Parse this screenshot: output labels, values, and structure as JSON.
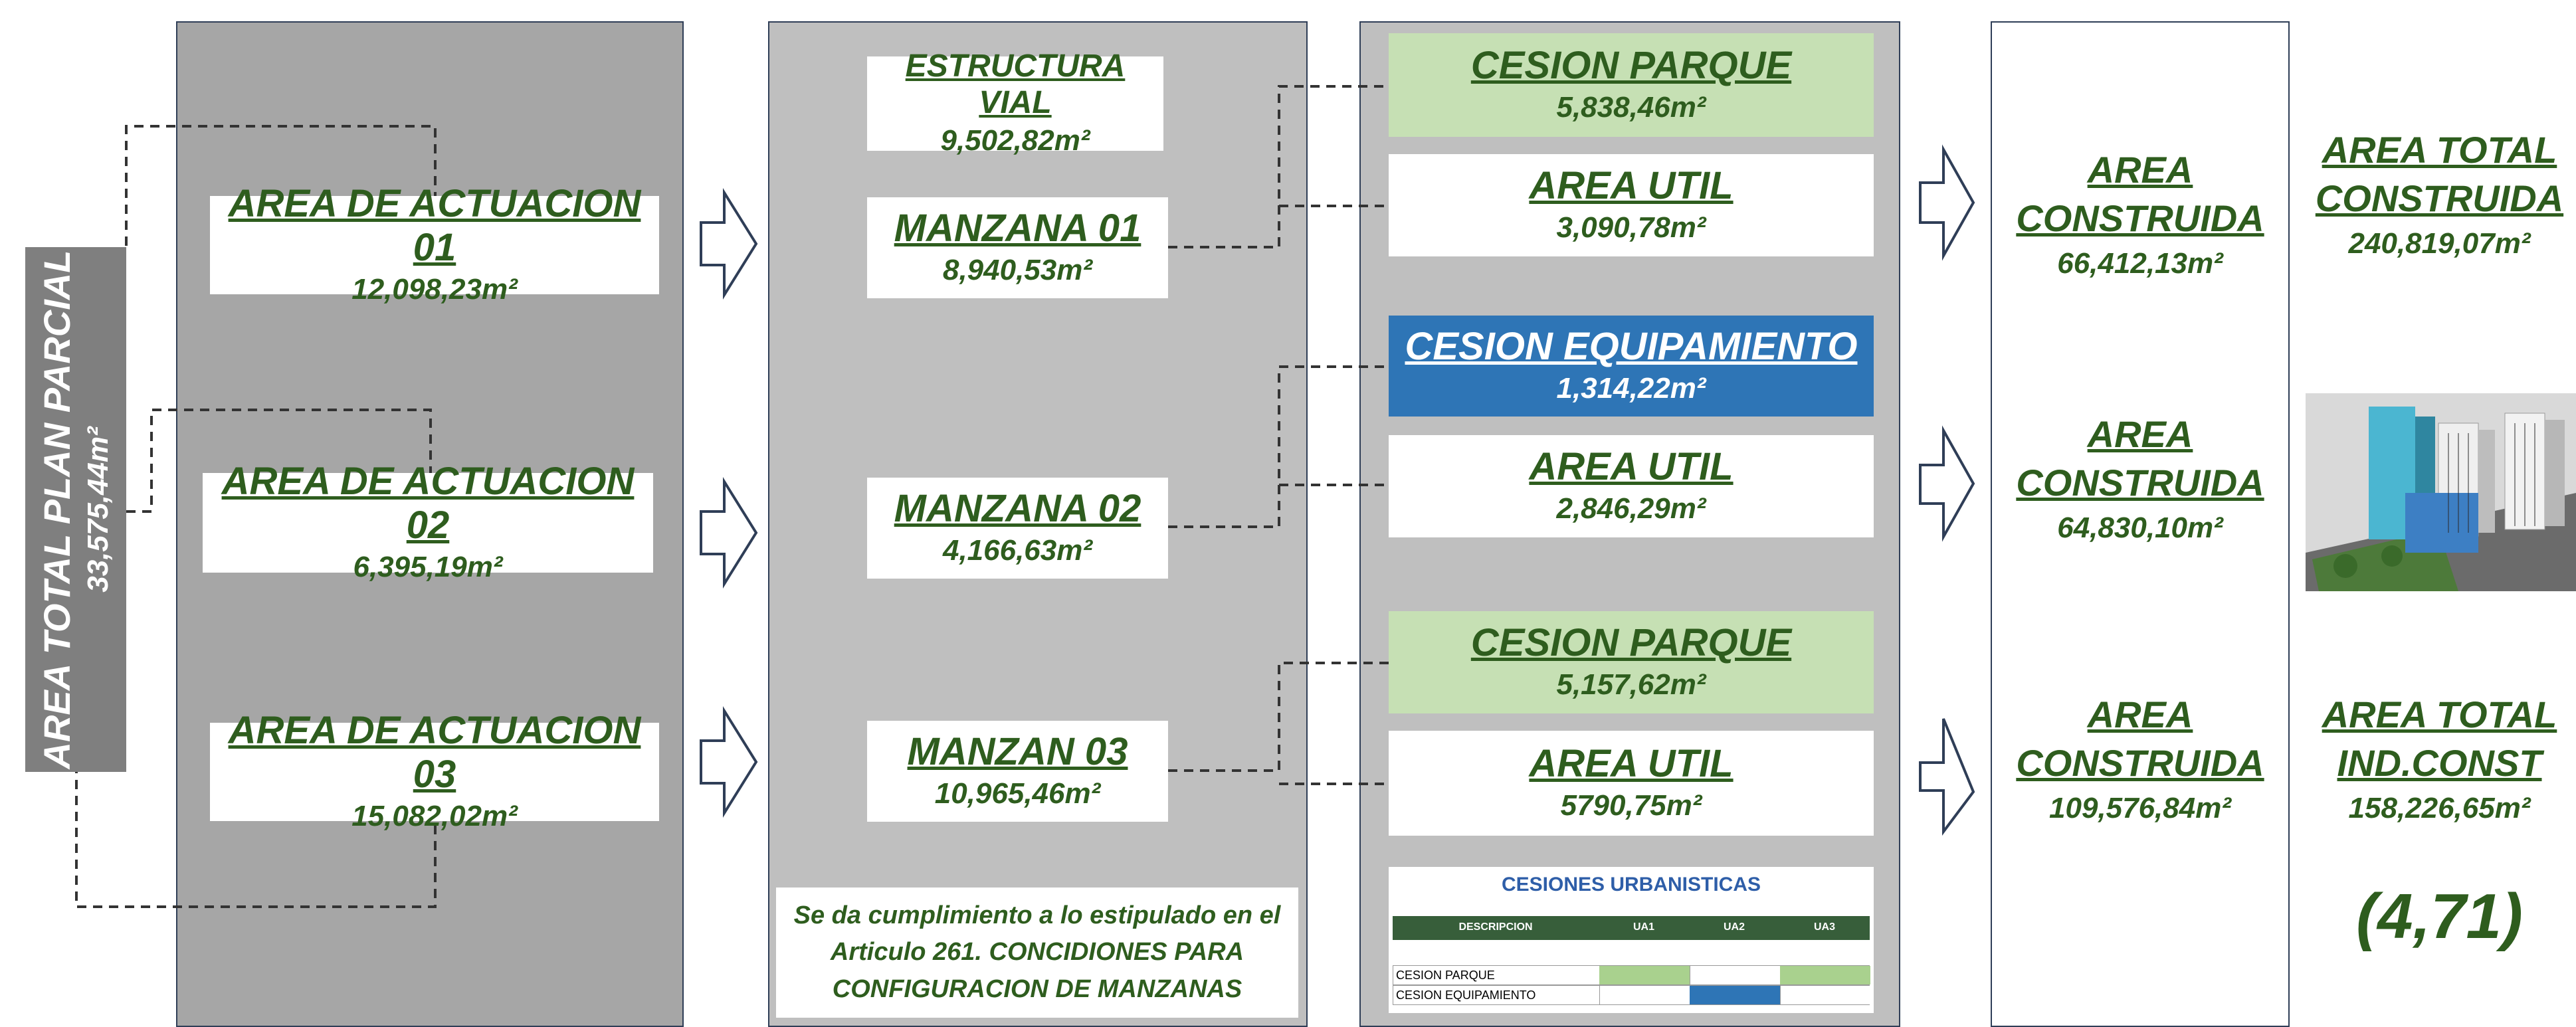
{
  "total": {
    "label": "AREA TOTAL PLAN PARCIAL",
    "value": "33,575,44m²"
  },
  "actuaciones": [
    {
      "label": "AREA DE ACTUACION 01",
      "value": "12,098,23m²"
    },
    {
      "label": "AREA DE ACTUACION 02",
      "value": "6,395,19m²"
    },
    {
      "label": "AREA DE ACTUACION 03",
      "value": "15,082,02m²"
    }
  ],
  "vial": {
    "label": "ESTRUCTURA VIAL",
    "value": "9,502,82m²"
  },
  "manzanas": [
    {
      "label": "MANZANA 01",
      "value": "8,940,53m²"
    },
    {
      "label": "MANZANA 02",
      "value": "4,166,63m²"
    },
    {
      "label": "MANZAN 03",
      "value": "10,965,46m²"
    }
  ],
  "note": "Se da cumplimiento a lo estipulado en el Articulo 261. CONCIDIONES PARA CONFIGURACION DE MANZANAS",
  "cesiones": [
    {
      "label": "CESION PARQUE",
      "value": "5,838,46m²"
    },
    {
      "label": "AREA UTIL",
      "value": "3,090,78m²"
    },
    {
      "label": "CESION EQUIPAMIENTO",
      "value": "1,314,22m²"
    },
    {
      "label": "AREA UTIL",
      "value": "2,846,29m²"
    },
    {
      "label": "CESION PARQUE",
      "value": "5,157,62m²"
    },
    {
      "label": "AREA UTIL",
      "value": "5790,75m²"
    }
  ],
  "legend": {
    "title": "CESIONES URBANISTICAS",
    "headers": [
      "DESCRIPCION",
      "UA1",
      "UA2",
      "UA3"
    ],
    "rows": [
      {
        "label": "CESION PARQUE",
        "cells": [
          "green",
          "white",
          "green"
        ]
      },
      {
        "label": "CESION EQUIPAMIENTO",
        "cells": [
          "white",
          "blue",
          "white"
        ]
      }
    ]
  },
  "construida": [
    {
      "label1": "AREA",
      "label2": "CONSTRUIDA",
      "value": "66,412,13m²"
    },
    {
      "label1": "AREA",
      "label2": "CONSTRUIDA",
      "value": "64,830,10m²"
    },
    {
      "label1": "AREA",
      "label2": "CONSTRUIDA",
      "value": "109,576,84m²"
    }
  ],
  "totals": {
    "construida": {
      "label1": "AREA TOTAL",
      "label2": "CONSTRUIDA",
      "value": "240,819,07m²"
    },
    "ind_const": {
      "label1": "AREA TOTAL",
      "label2": "IND.CONST",
      "value": "158,226,65m²"
    },
    "ratio": "(4,71)"
  },
  "colors": {
    "dark_green": "#2e5d1e",
    "cesion_parque": "#c6e0b4",
    "cesion_equipamiento": "#2e75b6",
    "legend_header": "#375e3a"
  }
}
